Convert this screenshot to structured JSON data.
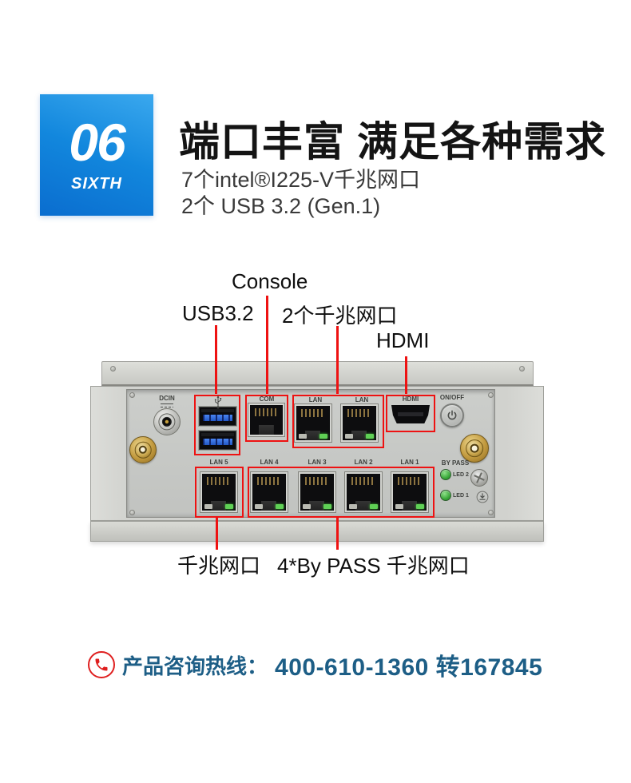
{
  "badge": {
    "number": "06",
    "ordinal": "SIXTH"
  },
  "header": {
    "title": "端口丰富 满足各种需求",
    "subtitle_line1": "7个intel®I225-V千兆网口",
    "subtitle_line2": "2个 USB 3.2 (Gen.1)"
  },
  "callouts": {
    "console": "Console",
    "usb": "USB3.2",
    "dual_lan": "2个千兆网口",
    "hdmi": "HDMI",
    "gigabit": "千兆网口",
    "bypass": "4*By PASS 千兆网口"
  },
  "panel": {
    "dcin": "DCIN",
    "com": "COM",
    "lan_left": "LAN",
    "lan_right": "LAN",
    "hdmi": "HDMI",
    "power": "ON/OFF",
    "lan5": "LAN 5",
    "lan4": "LAN 4",
    "lan3": "LAN 3",
    "lan2": "LAN 2",
    "lan1": "LAN 1",
    "bypass": "BY PASS",
    "led2": "LED 2",
    "led1": "LED 1"
  },
  "hotline": {
    "label": "产品咨询热线：",
    "number": "400-610-1360 转167845"
  },
  "icons": {
    "phone": "phone-icon",
    "usb_trident": "usb-trident-icon",
    "power": "power-icon",
    "ground": "ground-icon"
  },
  "colors": {
    "badge_gradient_start": "#3aa8ee",
    "badge_gradient_end": "#0a6dcf",
    "callout_red": "#ee1212",
    "hotline_blue": "#1d5e86",
    "led_green": "#3aa83a",
    "usb_blue": "#2f6ade"
  }
}
